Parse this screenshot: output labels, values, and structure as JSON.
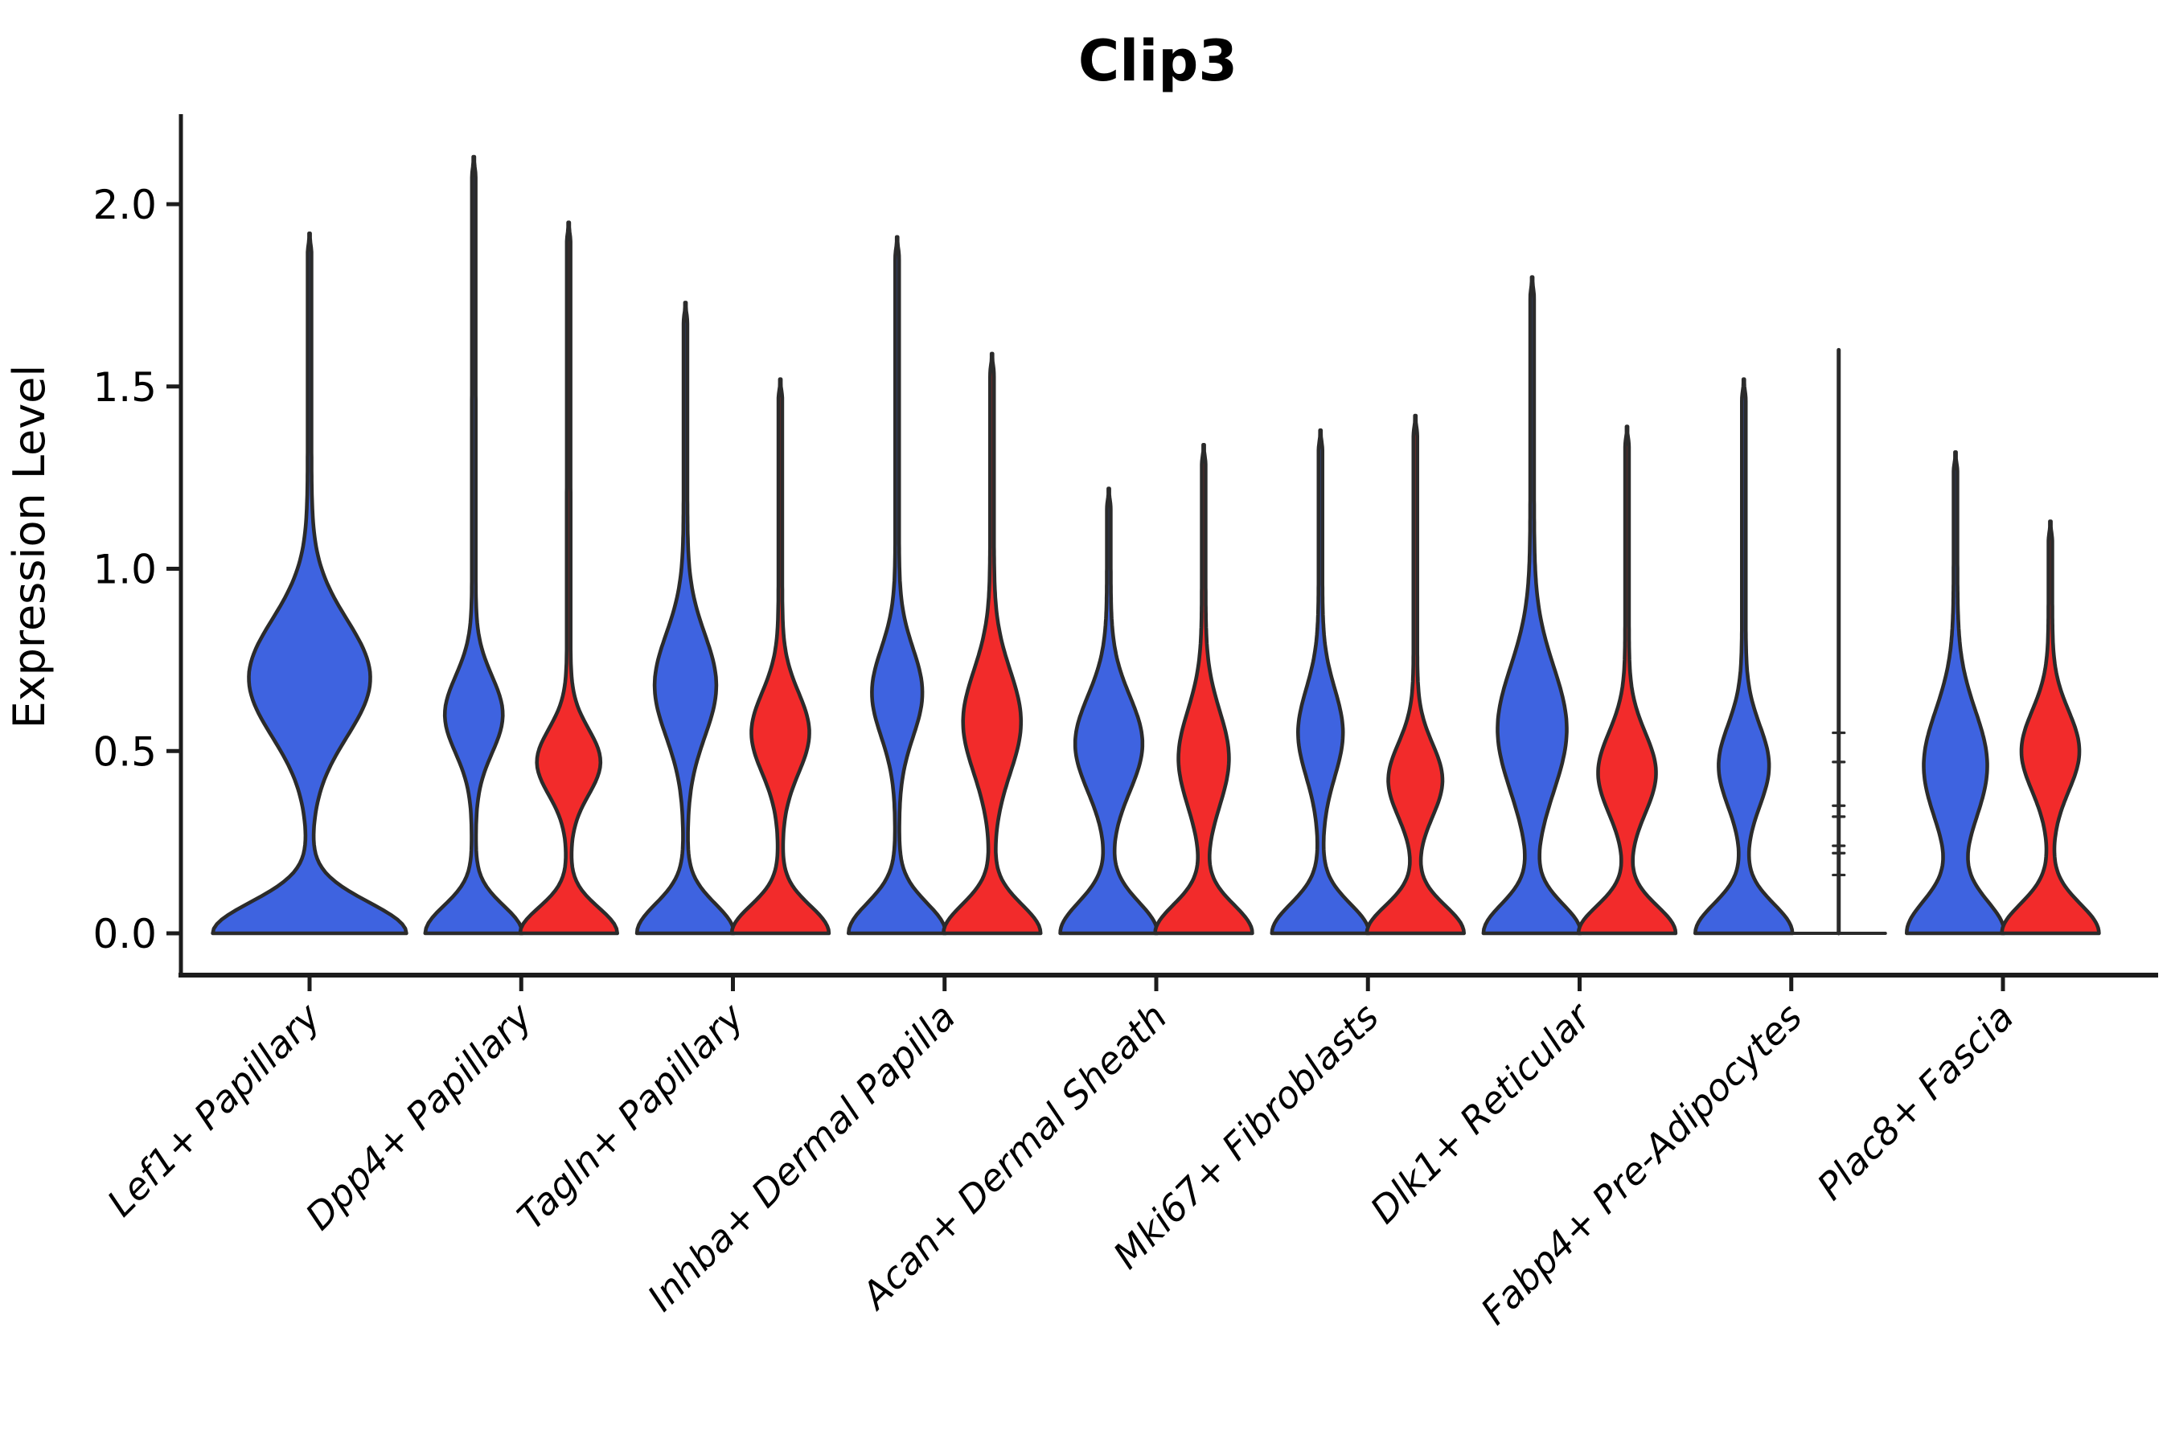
{
  "chart_data": {
    "type": "violin",
    "title": "Clip3",
    "ylabel": "Expression Level",
    "xlabel": "",
    "yticks": [
      0.0,
      0.5,
      1.0,
      1.5,
      2.0
    ],
    "ylim": [
      -0.115,
      2.25
    ],
    "grid": false,
    "legend": "none",
    "categories": [
      "Lef1+ Papillary",
      "Dpp4+ Papillary",
      "Tagln+ Papillary",
      "Inhba+ Dermal Papilla",
      "Acan+ Dermal Sheath",
      "Mki67+ Fibroblasts",
      "Dlk1+ Reticular",
      "Fabp4+ Pre-Adipocytes",
      "Plac8+ Fascia"
    ],
    "groups": [
      {
        "name": "group-blue",
        "color": "#3E63E0"
      },
      {
        "name": "group-red",
        "color": "#F22B2B"
      }
    ],
    "violins": [
      {
        "cat": 0,
        "group": "blue",
        "kind": "violin",
        "span": "double",
        "max": 1.92,
        "base_sigma": 0.085,
        "bulge": {
          "c": 0.7,
          "s": 0.16,
          "a": 0.62
        }
      },
      {
        "cat": 1,
        "group": "blue",
        "kind": "violin",
        "max": 2.13,
        "base_sigma": 0.075,
        "bulge": {
          "c": 0.6,
          "s": 0.105,
          "a": 0.58
        }
      },
      {
        "cat": 1,
        "group": "red",
        "kind": "violin",
        "max": 1.95,
        "base_sigma": 0.07,
        "bulge": {
          "c": 0.47,
          "s": 0.09,
          "a": 0.64
        }
      },
      {
        "cat": 2,
        "group": "blue",
        "kind": "violin",
        "max": 1.73,
        "base_sigma": 0.08,
        "bulge": {
          "c": 0.68,
          "s": 0.14,
          "a": 0.62
        }
      },
      {
        "cat": 2,
        "group": "red",
        "kind": "violin",
        "max": 1.52,
        "base_sigma": 0.075,
        "bulge": {
          "c": 0.55,
          "s": 0.11,
          "a": 0.58
        }
      },
      {
        "cat": 3,
        "group": "blue",
        "kind": "violin",
        "max": 1.91,
        "base_sigma": 0.082,
        "bulge": {
          "c": 0.66,
          "s": 0.12,
          "a": 0.5
        }
      },
      {
        "cat": 3,
        "group": "red",
        "kind": "violin",
        "max": 1.59,
        "base_sigma": 0.078,
        "bulge": {
          "c": 0.58,
          "s": 0.14,
          "a": 0.58
        }
      },
      {
        "cat": 4,
        "group": "blue",
        "kind": "violin",
        "max": 1.22,
        "base_sigma": 0.085,
        "bulge": {
          "c": 0.52,
          "s": 0.13,
          "a": 0.68
        }
      },
      {
        "cat": 4,
        "group": "red",
        "kind": "violin",
        "max": 1.34,
        "base_sigma": 0.078,
        "bulge": {
          "c": 0.48,
          "s": 0.13,
          "a": 0.5
        }
      },
      {
        "cat": 5,
        "group": "blue",
        "kind": "violin",
        "max": 1.38,
        "base_sigma": 0.08,
        "bulge": {
          "c": 0.55,
          "s": 0.12,
          "a": 0.44
        }
      },
      {
        "cat": 5,
        "group": "red",
        "kind": "violin",
        "max": 1.42,
        "base_sigma": 0.075,
        "bulge": {
          "c": 0.42,
          "s": 0.1,
          "a": 0.54
        }
      },
      {
        "cat": 6,
        "group": "blue",
        "kind": "violin",
        "max": 1.8,
        "base_sigma": 0.08,
        "bulge": {
          "c": 0.56,
          "s": 0.17,
          "a": 0.7
        }
      },
      {
        "cat": 6,
        "group": "red",
        "kind": "violin",
        "max": 1.39,
        "base_sigma": 0.075,
        "bulge": {
          "c": 0.44,
          "s": 0.11,
          "a": 0.58
        }
      },
      {
        "cat": 7,
        "group": "blue",
        "kind": "violin",
        "max": 1.52,
        "base_sigma": 0.08,
        "bulge": {
          "c": 0.46,
          "s": 0.11,
          "a": 0.5
        }
      },
      {
        "cat": 7,
        "group": "red",
        "kind": "stick",
        "max": 1.6,
        "points": [
          0.55,
          0.47,
          0.35,
          0.32,
          0.24,
          0.22,
          0.16
        ]
      },
      {
        "cat": 8,
        "group": "blue",
        "kind": "violin",
        "max": 1.32,
        "base_sigma": 0.09,
        "bulge": {
          "c": 0.46,
          "s": 0.15,
          "a": 0.64
        }
      },
      {
        "cat": 8,
        "group": "red",
        "kind": "violin",
        "max": 1.13,
        "base_sigma": 0.08,
        "bulge": {
          "c": 0.5,
          "s": 0.11,
          "a": 0.58
        }
      }
    ]
  },
  "colors": {
    "blue_fill": "#3E63E0",
    "red_fill": "#F22B2B",
    "violin_edge": "#2B2B2B",
    "axis": "#1C1C1C",
    "text": "#000000",
    "background": "#FFFFFF"
  }
}
